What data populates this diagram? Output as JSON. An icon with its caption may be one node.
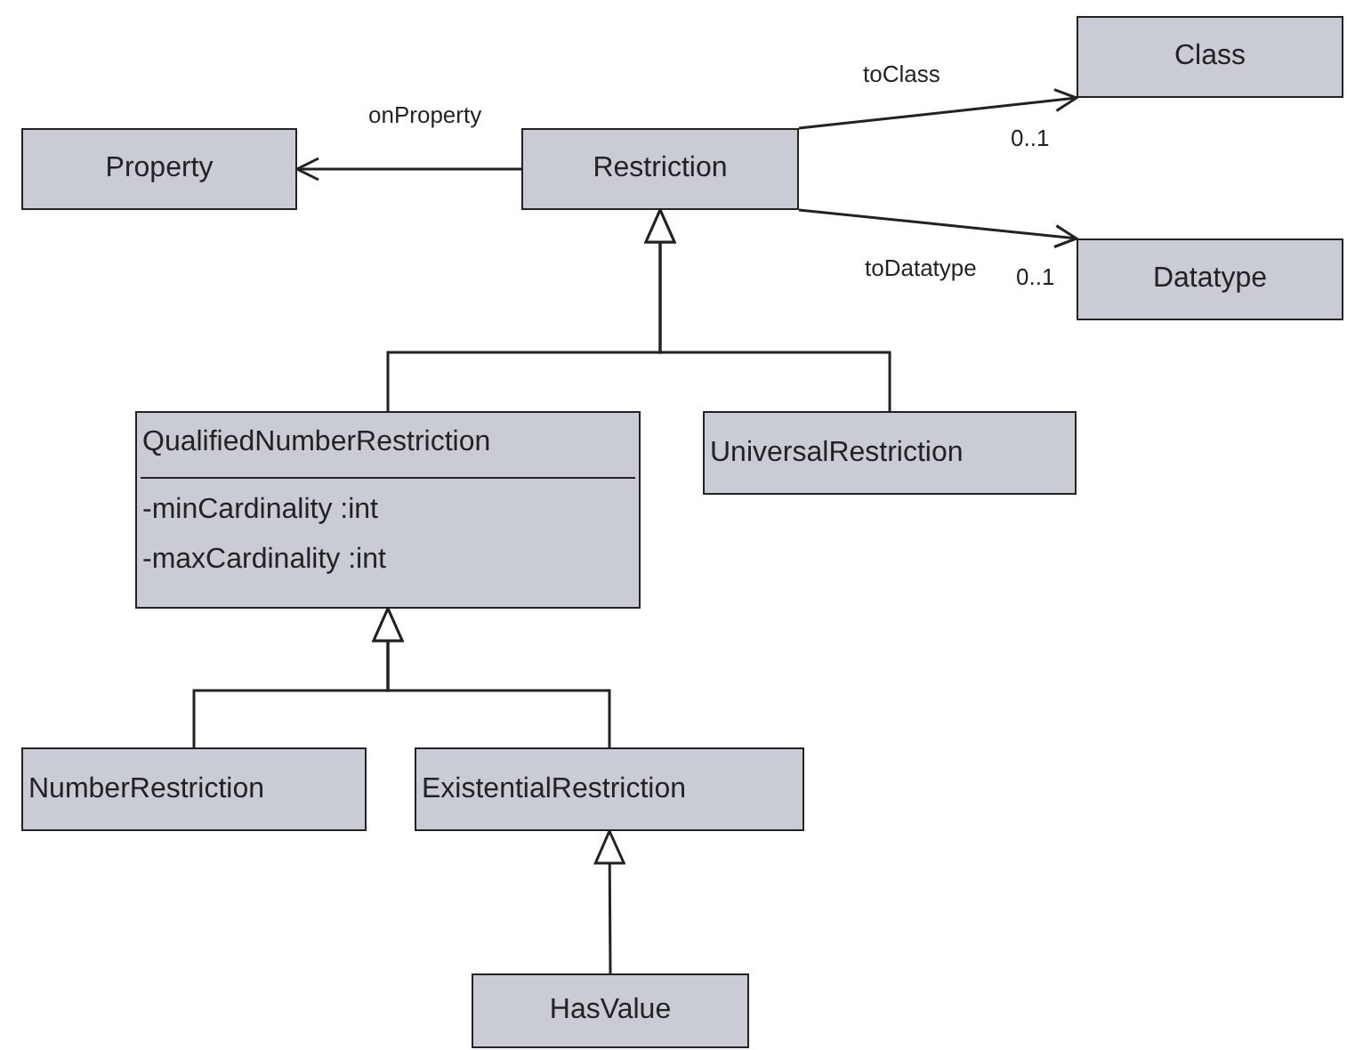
{
  "diagram": {
    "nodes": [
      {
        "text": [
          "Property"
        ]
      },
      {
        "text": [
          "Restriction"
        ]
      },
      {
        "text": [
          "Class"
        ]
      },
      {
        "text": [
          "Datatype"
        ]
      },
      {
        "text": [
          "QualifiedNumberRestriction",
          "-minCardinality :int",
          "-maxCardinality :int"
        ]
      },
      {
        "text": [
          "UniversalRestriction"
        ]
      },
      {
        "text": [
          "NumberRestriction"
        ]
      },
      {
        "text": [
          "ExistentialRestriction"
        ]
      },
      {
        "text": [
          "HasValue"
        ]
      }
    ],
    "edges": [
      {
        "from": 1,
        "to": 0,
        "arrow": "to",
        "label": "onProperty"
      },
      {
        "from": 1,
        "to": 2,
        "arrow": "to",
        "label": "toClass"
      },
      {
        "from": 1,
        "to": 3,
        "arrow": "to",
        "label": "toDatatype"
      },
      {
        "from": 4,
        "to": 1,
        "arrow": "to"
      },
      {
        "from": 5,
        "to": 1,
        "arrow": "to"
      },
      {
        "from": 6,
        "to": 4,
        "arrow": "to"
      },
      {
        "from": 7,
        "to": 4,
        "arrow": "to"
      },
      {
        "from": 8,
        "to": 7,
        "arrow": "to"
      }
    ],
    "labels": [
      "0..1",
      "0..1"
    ]
  }
}
